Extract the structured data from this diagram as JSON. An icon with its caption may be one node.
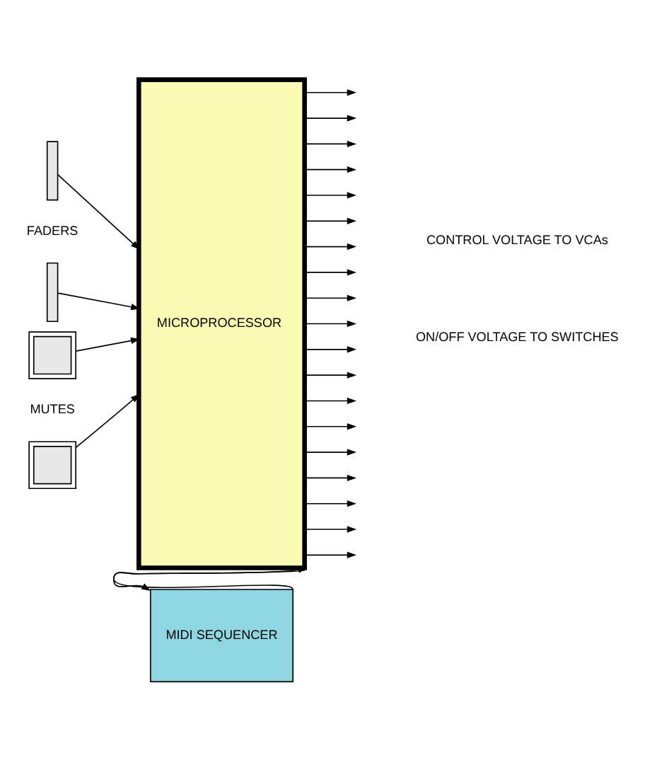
{
  "diagram": {
    "nodes": [
      {
        "text": [],
        "shape": "bar"
      },
      {
        "text": [],
        "shape": "bar"
      },
      {
        "text": [],
        "shape": "box"
      },
      {
        "text": [],
        "shape": "box"
      },
      {
        "text": [
          "MICROPROCESSOR"
        ]
      },
      {
        "text": [
          "MIDI SEQUENCER"
        ]
      }
    ],
    "edges": [
      {
        "from": 0,
        "to": 4,
        "arrow": "to"
      },
      {
        "from": 1,
        "to": 4,
        "arrow": "to"
      },
      {
        "from": 2,
        "to": 4,
        "arrow": "to"
      },
      {
        "from": 3,
        "to": 4,
        "arrow": "to"
      },
      {
        "from": 4,
        "to": null,
        "arrow": "to"
      },
      {
        "from": 4,
        "to": null,
        "arrow": "to"
      },
      {
        "from": 4,
        "to": null,
        "arrow": "to"
      },
      {
        "from": 4,
        "to": null,
        "arrow": "to"
      },
      {
        "from": 4,
        "to": null,
        "arrow": "to"
      },
      {
        "from": 4,
        "to": null,
        "arrow": "to"
      },
      {
        "from": 4,
        "to": null,
        "arrow": "to"
      },
      {
        "from": 4,
        "to": null,
        "arrow": "to"
      },
      {
        "from": 4,
        "to": null,
        "arrow": "to"
      },
      {
        "from": 4,
        "to": null,
        "arrow": "to"
      },
      {
        "from": 4,
        "to": null,
        "arrow": "to"
      },
      {
        "from": 4,
        "to": null,
        "arrow": "to"
      },
      {
        "from": 4,
        "to": null,
        "arrow": "to"
      },
      {
        "from": 4,
        "to": null,
        "arrow": "to"
      },
      {
        "from": 4,
        "to": null,
        "arrow": "to"
      },
      {
        "from": 4,
        "to": null,
        "arrow": "to"
      },
      {
        "from": 4,
        "to": null,
        "arrow": "to"
      },
      {
        "from": 4,
        "to": null,
        "arrow": "to"
      },
      {
        "from": 4,
        "to": null,
        "arrow": "to"
      },
      {
        "from": 4,
        "to": 5,
        "arrow": "to"
      },
      {
        "from": 5,
        "to": 4,
        "arrow": "to"
      }
    ],
    "labels": [
      "FADERS",
      "MUTES",
      "CONTROL VOLTAGE TO VCAs",
      "ON/OFF VOLTAGE TO SWITCHES"
    ]
  }
}
